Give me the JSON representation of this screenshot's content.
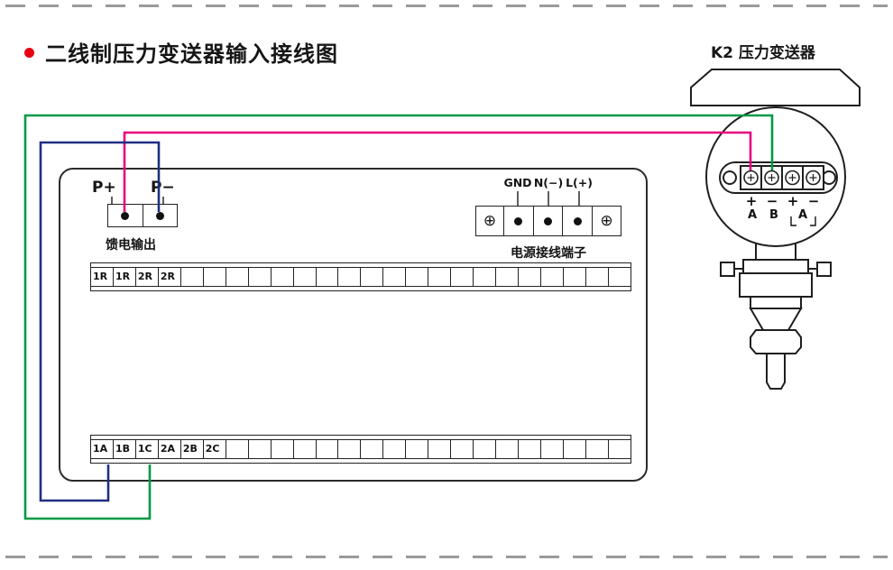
{
  "title": {
    "text": "二线制压力变送器输入接线图",
    "bullet_color": "#e60012"
  },
  "device_label": {
    "text": "K2 压力变送器"
  },
  "feed": {
    "positive": "P+",
    "negative": "P−",
    "caption": "馈电输出"
  },
  "power": {
    "labels": [
      "GND",
      "N(−)",
      "L(+)"
    ],
    "caption": "电源接线端子",
    "ground_symbol": "⊕"
  },
  "strips": {
    "top_cells": [
      "1R",
      "1R",
      "2R",
      "2R",
      "",
      "",
      "",
      "",
      "",
      "",
      "",
      "",
      "",
      "",
      "",
      "",
      "",
      "",
      "",
      "",
      "",
      "",
      "",
      ""
    ],
    "bottom_cells": [
      "1A",
      "1B",
      "1C",
      "2A",
      "2B",
      "2C",
      "",
      "",
      "",
      "",
      "",
      "",
      "",
      "",
      "",
      "",
      "",
      "",
      "",
      "",
      "",
      "",
      "",
      ""
    ]
  },
  "transmitter": {
    "polarity": [
      "+",
      "−",
      "+",
      "−"
    ],
    "terminals": [
      "A",
      "B",
      "A"
    ]
  },
  "wires": {
    "positive_color": "#e6007e",
    "negative_color": "#1e2f82",
    "signal_color": "#009a44"
  },
  "frame": {
    "dash_color": "#9a9a9a"
  }
}
